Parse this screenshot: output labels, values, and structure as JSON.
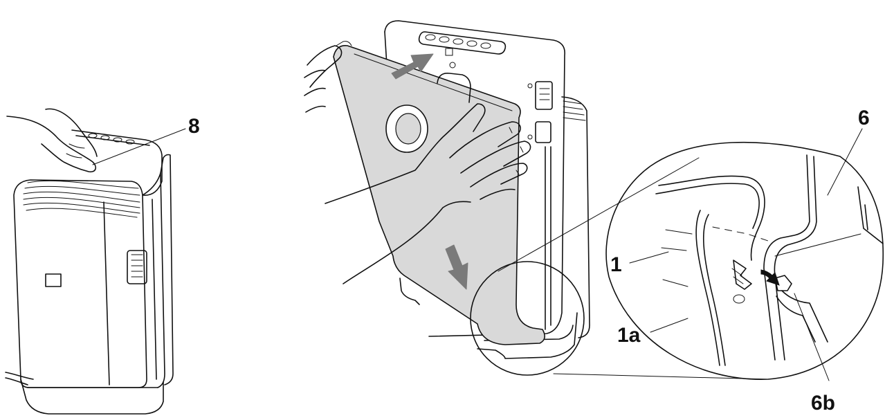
{
  "colors": {
    "line": "#111111",
    "panel_fill": "#d9d9d9",
    "arrow_fill": "#7a7a7a",
    "background": "#ffffff"
  },
  "callouts": {
    "power_button": "8",
    "front_panel": "1",
    "panel_hook": "1a",
    "main_unit": "6",
    "unit_catch": "6b"
  }
}
